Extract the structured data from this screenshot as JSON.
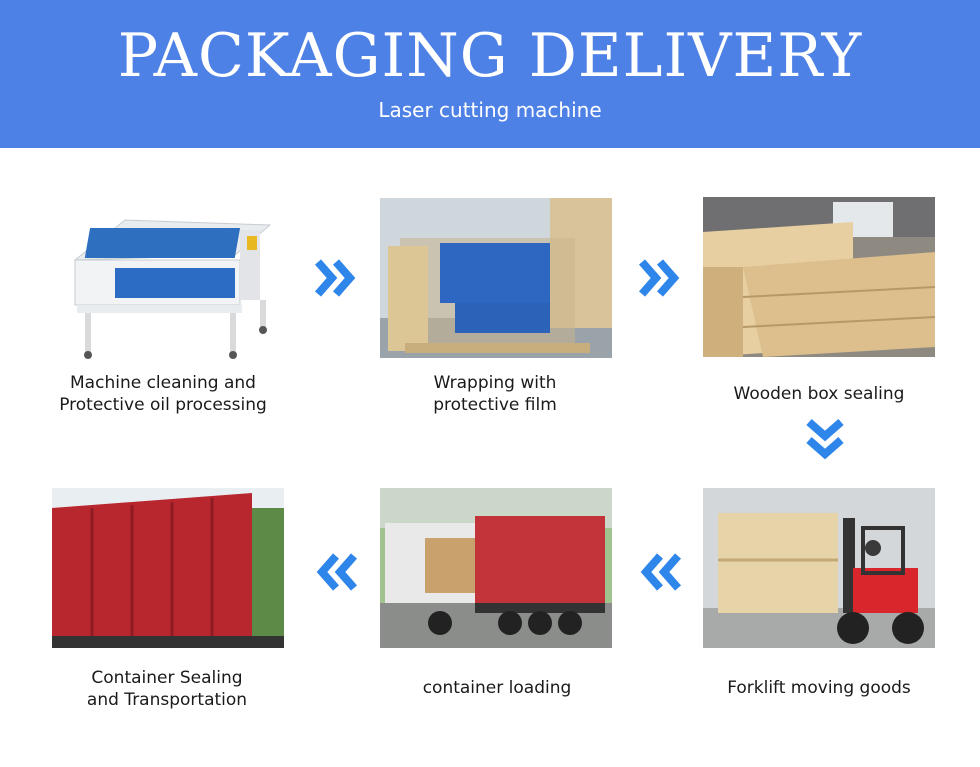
{
  "header": {
    "title": "PACKAGING DELIVERY",
    "subtitle": "Laser cutting machine"
  },
  "steps": [
    {
      "caption_line1": "Machine cleaning and",
      "caption_line2": "Protective oil processing",
      "image": "laser-machine"
    },
    {
      "caption_line1": "Wrapping with",
      "caption_line2": "protective film",
      "image": "wrapped-machine"
    },
    {
      "caption_line1": "Wooden box sealing",
      "caption_line2": "",
      "image": "wooden-boxes"
    },
    {
      "caption_line1": "Forklift moving goods",
      "caption_line2": "",
      "image": "forklift"
    },
    {
      "caption_line1": "container loading",
      "caption_line2": "",
      "image": "container-truck"
    },
    {
      "caption_line1": "Container Sealing",
      "caption_line2": "and Transportation",
      "image": "container-sealed"
    }
  ],
  "arrows": [
    "double-chevron-right-icon",
    "double-chevron-right-icon",
    "double-chevron-down-icon",
    "double-chevron-left-icon",
    "double-chevron-left-icon"
  ],
  "colors": {
    "banner": "#4e81e6",
    "arrow": "#2f86ea",
    "text": "#1a1a1a"
  }
}
